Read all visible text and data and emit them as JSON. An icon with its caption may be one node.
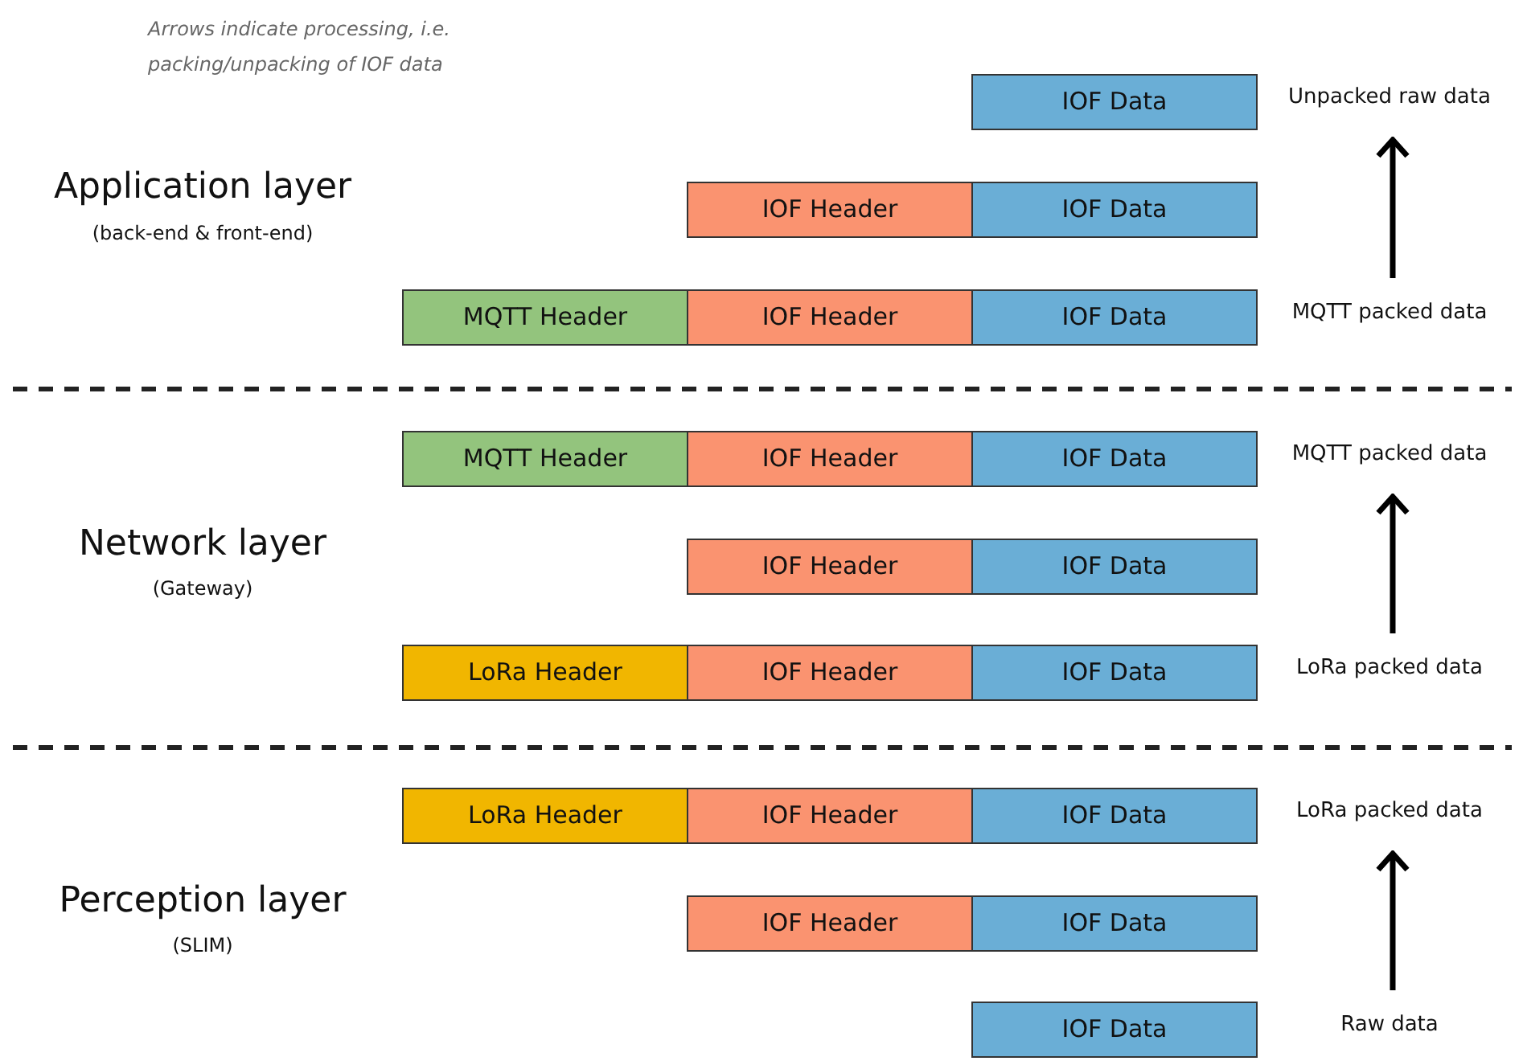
{
  "diagram": {
    "nodes": [
      {
        "text": [
          "IOF Data"
        ]
      },
      {
        "text": [
          "Unpacked raw data"
        ]
      },
      {
        "text": [
          "IOF Header"
        ]
      },
      {
        "text": [
          "IOF Data"
        ]
      },
      {
        "text": [
          "MQTT Header"
        ]
      },
      {
        "text": [
          "IOF Header"
        ]
      },
      {
        "text": [
          "IOF Data"
        ]
      },
      {
        "text": [
          "MQTT packed data"
        ]
      },
      {
        "text": [
          "MQTT Header"
        ]
      },
      {
        "text": [
          "IOF Header"
        ]
      },
      {
        "text": [
          "IOF Data"
        ]
      },
      {
        "text": [
          "MQTT packed data"
        ]
      },
      {
        "text": [
          "IOF Header"
        ]
      },
      {
        "text": [
          "IOF Data"
        ]
      },
      {
        "text": [
          "LoRa Header"
        ]
      },
      {
        "text": [
          "IOF Header"
        ]
      },
      {
        "text": [
          "IOF Data"
        ]
      },
      {
        "text": [
          "LoRa packed data"
        ]
      },
      {
        "text": [
          "LoRa Header"
        ]
      },
      {
        "text": [
          "IOF Header"
        ]
      },
      {
        "text": [
          "IOF Data"
        ]
      },
      {
        "text": [
          "LoRa packed data"
        ]
      },
      {
        "text": [
          "IOF Header"
        ]
      },
      {
        "text": [
          "IOF Data"
        ]
      },
      {
        "text": [
          "IOF Data"
        ]
      },
      {
        "text": [
          "Raw data"
        ]
      }
    ],
    "edges": [
      {
        "from": 7,
        "to": 1,
        "arrow": "to"
      },
      {
        "from": 17,
        "to": 11,
        "arrow": "to"
      },
      {
        "from": 25,
        "to": 21,
        "arrow": "to"
      }
    ],
    "labels": [
      "Arrows indicate processing, i.e. packing/unpacking of IOF data",
      "Application layer",
      "(back-end & front-end)",
      "Network layer",
      "(Gateway)",
      "Perception layer",
      "(SLIM)"
    ]
  }
}
